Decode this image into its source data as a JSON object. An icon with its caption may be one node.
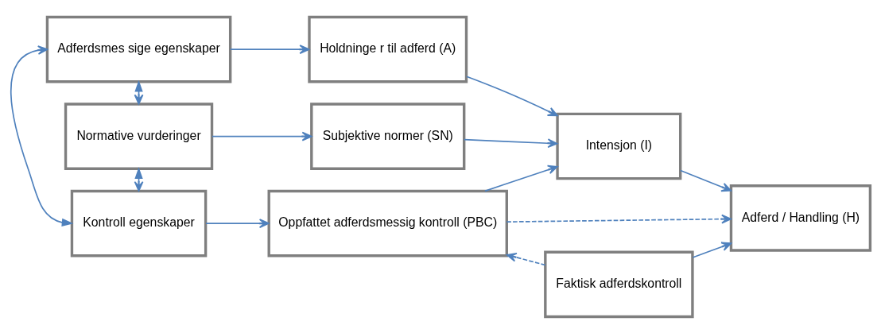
{
  "diagram": {
    "nodes": [
      {
        "text": [
          "Adferdsmes sige egenskaper"
        ]
      },
      {
        "text": [
          "Holdninge r til adferd (A)"
        ]
      },
      {
        "text": [
          "Normative vurderinger"
        ]
      },
      {
        "text": [
          "Subjektive normer (SN)"
        ]
      },
      {
        "text": [
          "Intensjon (I)"
        ]
      },
      {
        "text": [
          "Adferd / Handling (H)"
        ]
      },
      {
        "text": [
          "Kontroll egenskaper"
        ]
      },
      {
        "text": [
          "Oppfattet adferdsmessig kontroll (PBC)"
        ]
      },
      {
        "text": [
          "Faktisk adferdskontroll"
        ]
      }
    ],
    "edges": [
      {
        "from": 0,
        "to": 1,
        "arrow": "to"
      },
      {
        "from": 1,
        "to": 4,
        "arrow": "to"
      },
      {
        "from": 0,
        "to": 2,
        "arrow": "both"
      },
      {
        "from": 2,
        "to": 3,
        "arrow": "to"
      },
      {
        "from": 3,
        "to": 4,
        "arrow": "to"
      },
      {
        "from": 4,
        "to": 5,
        "arrow": "to"
      },
      {
        "from": 2,
        "to": 6,
        "arrow": "both"
      },
      {
        "from": 6,
        "to": 0,
        "arrow": "both"
      },
      {
        "from": 6,
        "to": 7,
        "arrow": "to"
      },
      {
        "from": 7,
        "to": 4,
        "arrow": "to"
      },
      {
        "from": 7,
        "to": 5,
        "arrow": "to",
        "style": "dashed"
      },
      {
        "from": 8,
        "to": 5,
        "arrow": "to"
      },
      {
        "from": 8,
        "to": 7,
        "arrow": "to",
        "style": "dashed"
      }
    ]
  }
}
